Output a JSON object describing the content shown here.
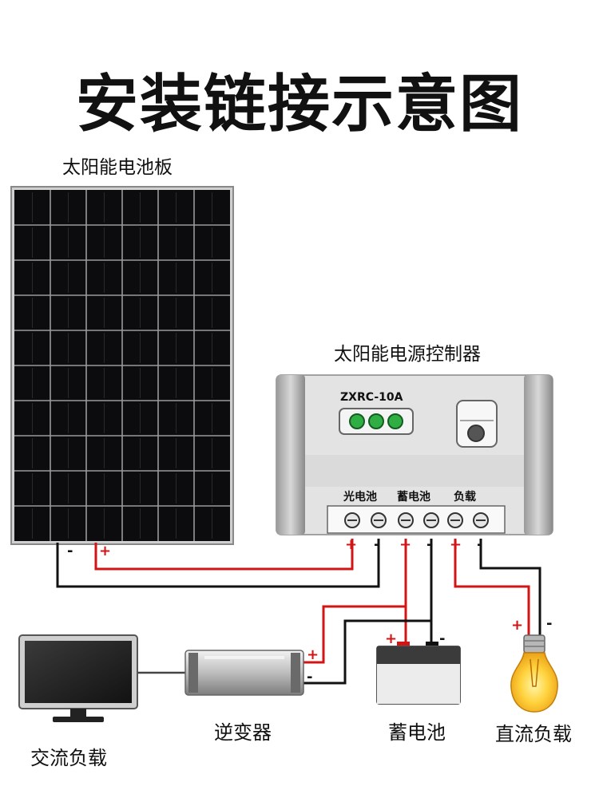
{
  "title": "安装链接示意图",
  "labels": {
    "solar_panel": "太阳能电池板",
    "controller": "太阳能电源控制器",
    "inverter": "逆变器",
    "battery": "蓄电池",
    "dc_load": "直流负载",
    "ac_load": "交流负载"
  },
  "controller": {
    "model": "ZXRC-10A",
    "terminals": {
      "pv": "光电池",
      "battery": "蓄电池",
      "load": "负载"
    }
  },
  "signs": {
    "positive": "+",
    "negative": "-"
  },
  "colors": {
    "positive_wire": "#d21414",
    "negative_wire": "#111111",
    "panel_cell": "#0c0c0e",
    "controller_body": "#e3e3e3",
    "led": "#2fae43"
  }
}
